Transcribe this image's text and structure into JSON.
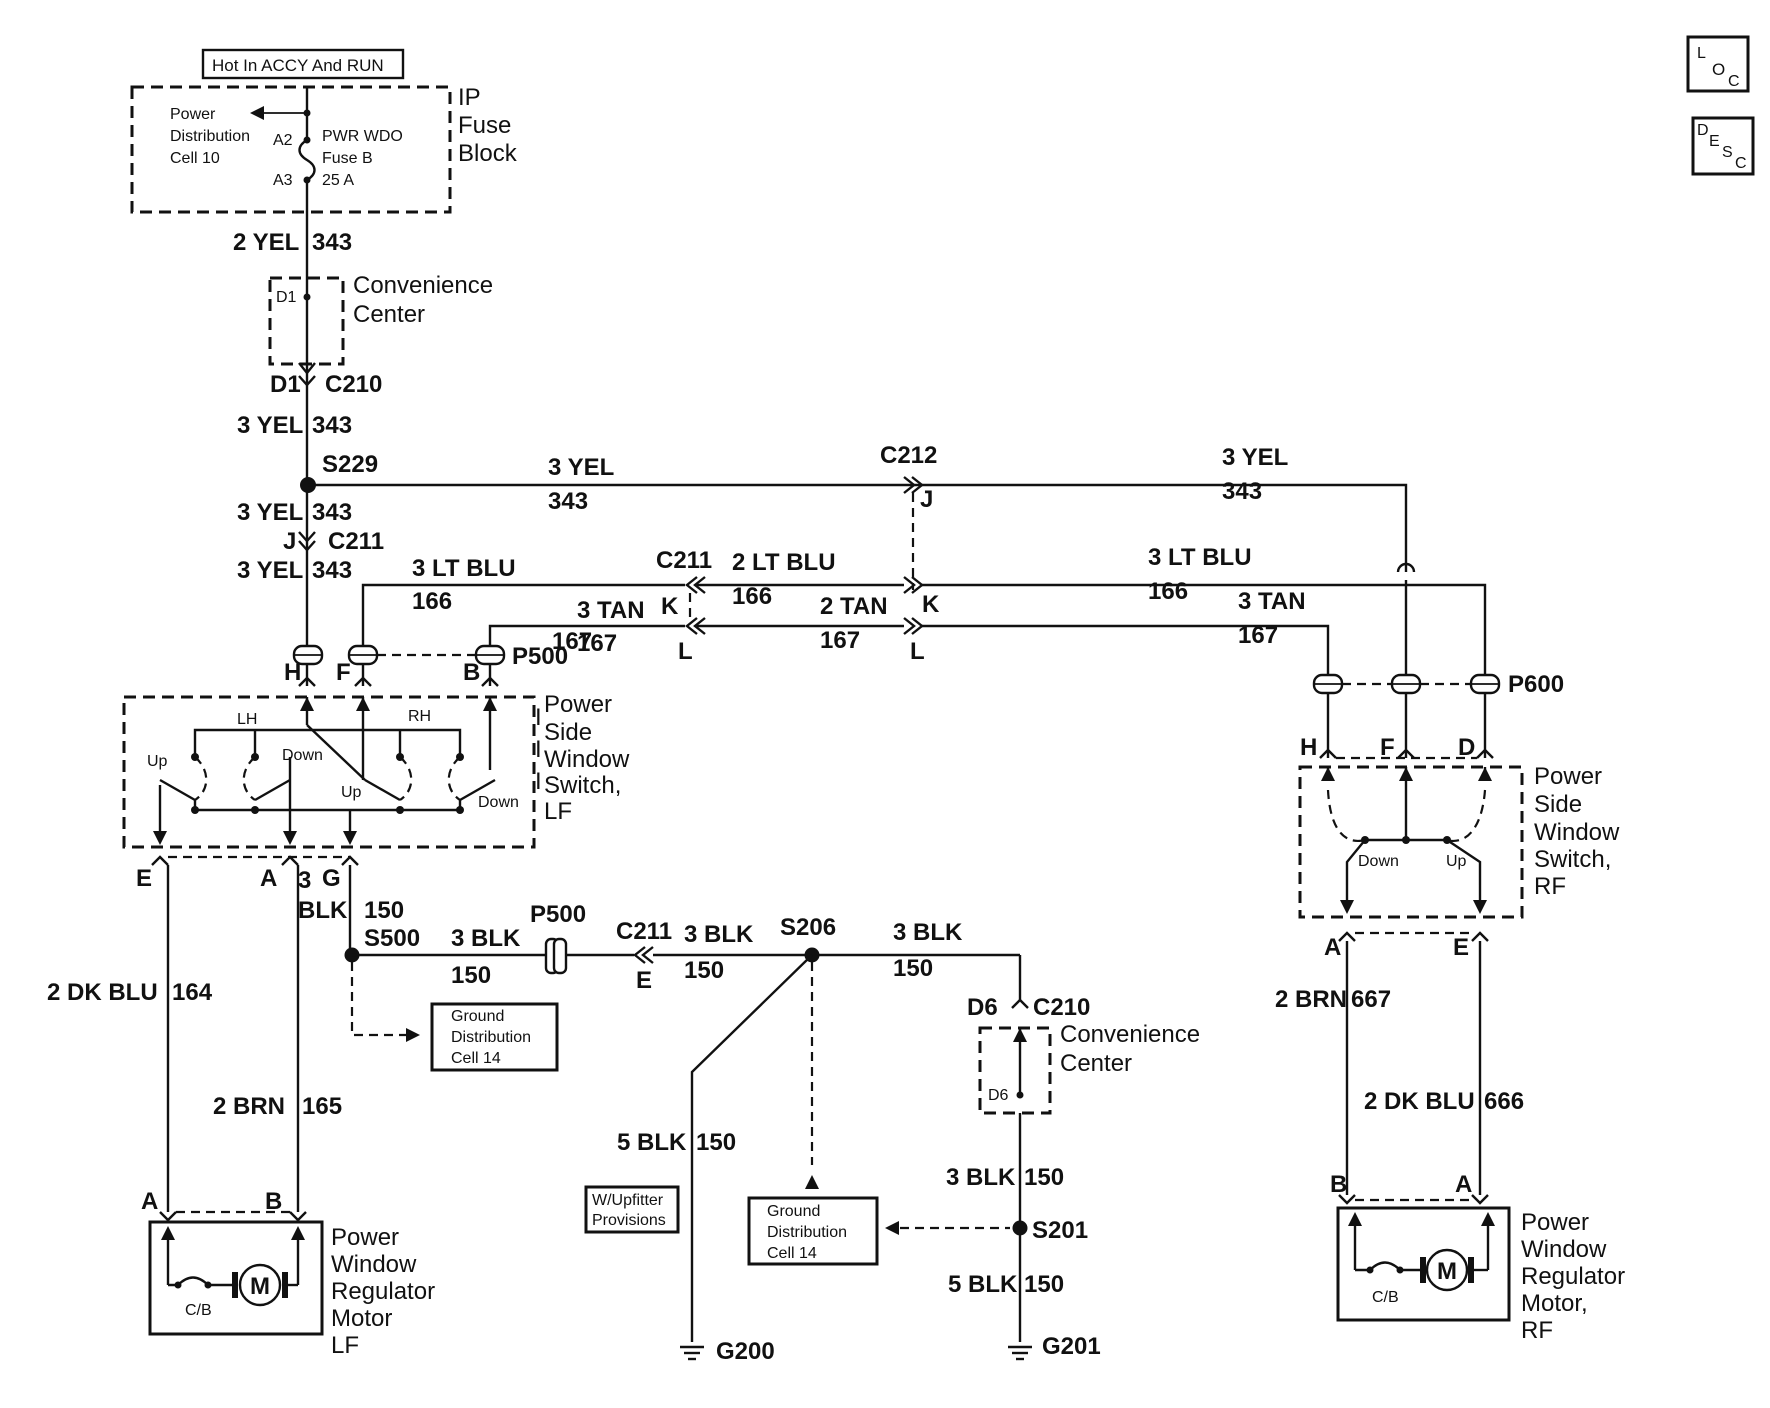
{
  "icons": [
    {
      "name": "loc-button",
      "sup": "L",
      "main": "O",
      "sub": "C"
    },
    {
      "name": "desc-button",
      "sup": "D",
      "main": "E",
      "sub": "S",
      "sub2": "C"
    }
  ],
  "top": {
    "hot_label": "Hot In ACCY And RUN",
    "ip_fuse_block": [
      "IP",
      "Fuse",
      "Block"
    ],
    "power_distribution": [
      "Power",
      "Distribution",
      "Cell 10"
    ],
    "fuse": [
      "PWR WDO",
      "Fuse B",
      "25 A"
    ],
    "pin_a2": "A2",
    "pin_a3": "A3"
  },
  "convenience_center_top": {
    "label": [
      "Convenience",
      "Center"
    ],
    "pin": "D1"
  },
  "convenience_center_bottom": {
    "label": [
      "Convenience",
      "Center"
    ],
    "pin": "D6"
  },
  "wire_labels": [
    {
      "id": "w1",
      "color": "2 YEL",
      "num": "343"
    },
    {
      "id": "w2",
      "color": "3 YEL",
      "num": "343"
    },
    {
      "id": "w3",
      "color": "3 YEL",
      "num": "343"
    },
    {
      "id": "w4",
      "color": "3 YEL",
      "num": "343"
    },
    {
      "id": "w5",
      "color": "2 DK BLU",
      "num": "164"
    },
    {
      "id": "w6",
      "color": "2 BRN",
      "num": "165"
    },
    {
      "id": "w7",
      "color": "2 BRN",
      "num": "667"
    },
    {
      "id": "w8",
      "color": "2 DK BLU",
      "num": "666"
    },
    {
      "id": "w9",
      "color": "5 BLK",
      "num": "150"
    },
    {
      "id": "w10",
      "color": "3 BLK",
      "num": "150"
    },
    {
      "id": "w11",
      "color": "5 BLK",
      "num": "150"
    }
  ],
  "h_labels": [
    {
      "id": "h1",
      "text": "3 YEL"
    },
    {
      "id": "h2",
      "text": "343"
    },
    {
      "id": "h3",
      "text": "3 YEL"
    },
    {
      "id": "h4",
      "text": "343"
    },
    {
      "id": "h5",
      "text": "3 LT BLU"
    },
    {
      "id": "h6",
      "text": "166"
    },
    {
      "id": "h7",
      "text": "2 LT BLU"
    },
    {
      "id": "h8",
      "text": "166"
    },
    {
      "id": "h9",
      "text": "3 LT BLU"
    },
    {
      "id": "h10",
      "text": "166"
    },
    {
      "id": "h11",
      "text": "3 TAN"
    },
    {
      "id": "h12",
      "text": "167"
    },
    {
      "id": "h13",
      "text": "2 TAN"
    },
    {
      "id": "h14",
      "text": "167"
    },
    {
      "id": "h15",
      "text": "3 TAN"
    },
    {
      "id": "h16",
      "text": "167"
    },
    {
      "id": "h17",
      "text": "3 BLK"
    },
    {
      "id": "h18",
      "text": "150"
    },
    {
      "id": "h19",
      "text": "3 BLK"
    },
    {
      "id": "h20",
      "text": "150"
    },
    {
      "id": "h21",
      "text": "3 BLK"
    },
    {
      "id": "h22",
      "text": "150"
    },
    {
      "id": "h23",
      "text": "3"
    },
    {
      "id": "h24",
      "text": "BLK"
    },
    {
      "id": "h25",
      "text": "150"
    }
  ],
  "connectors": {
    "c210": "C210",
    "c211": "C211",
    "c212": "C212",
    "p500": "P500",
    "p600": "P600",
    "s229": "S229",
    "s500": "S500",
    "s206": "S206",
    "s201": "S201",
    "g200": "G200",
    "g201": "G201"
  },
  "pins": {
    "d1": "D1",
    "j1": "J",
    "j2": "J",
    "k1": "K",
    "k2": "K",
    "l1": "L",
    "l2": "L",
    "e_c211": "E",
    "lf_h": "H",
    "lf_f": "F",
    "lf_b": "B",
    "lf_e": "E",
    "lf_a": "A",
    "lf_g": "G",
    "rf_h": "H",
    "rf_f": "F",
    "rf_d": "D",
    "rf_a": "A",
    "rf_e": "E",
    "m_lf_a": "A",
    "m_lf_b": "B",
    "m_rf_b": "B",
    "m_rf_a": "A",
    "d6": "D6"
  },
  "lf_switch": {
    "label": [
      "Power",
      "Side",
      "Window",
      "Switch,",
      "LF"
    ],
    "lh": "LH",
    "rh": "RH",
    "up1": "Up",
    "down1": "Down",
    "up2": "Up",
    "down2": "Down"
  },
  "rf_switch": {
    "label": [
      "Power",
      "Side",
      "Window",
      "Switch,",
      "RF"
    ],
    "down": "Down",
    "up": "Up"
  },
  "ground_dist_1": [
    "Ground",
    "Distribution",
    "Cell 14"
  ],
  "ground_dist_2": [
    "Ground",
    "Distribution",
    "Cell 14"
  ],
  "upfitter": [
    "W/Upfitter",
    "Provisions"
  ],
  "motor_lf": {
    "label": [
      "Power",
      "Window",
      "Regulator",
      "Motor",
      "LF"
    ],
    "m": "M",
    "cb": "C/B"
  },
  "motor_rf": {
    "label": [
      "Power",
      "Window",
      "Regulator",
      "Motor,",
      "RF"
    ],
    "m": "M",
    "cb": "C/B"
  }
}
